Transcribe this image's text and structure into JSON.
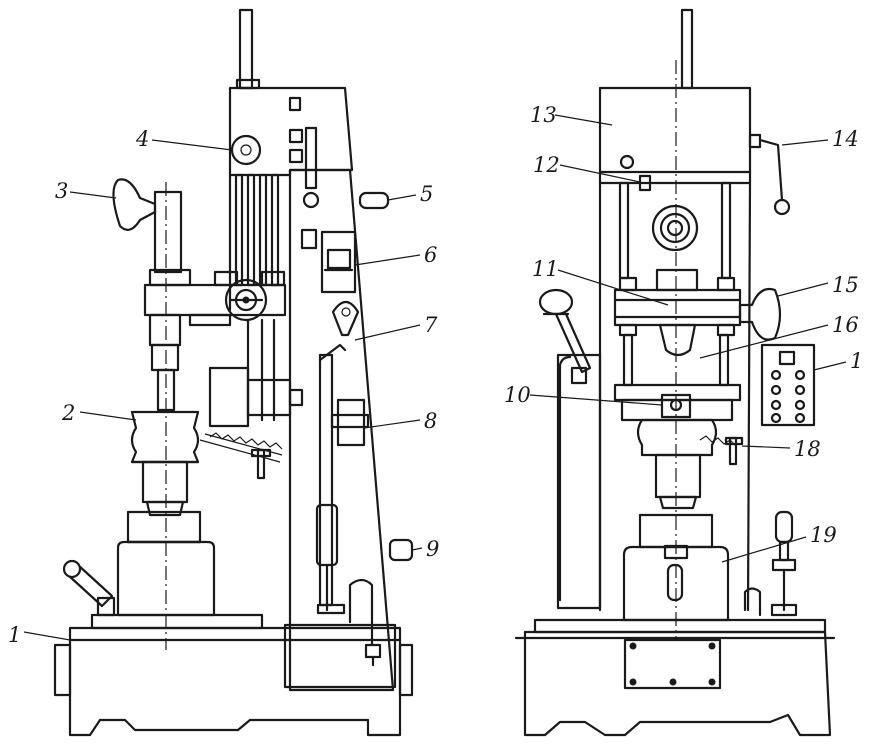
{
  "labels": {
    "l1a": "1",
    "l2": "2",
    "l3": "3",
    "l4": "4",
    "l5": "5",
    "l6": "6",
    "l7": "7",
    "l8": "8",
    "l9": "9",
    "l10": "10",
    "l11": "11",
    "l12": "12",
    "l13": "13",
    "l14": "14",
    "l15": "15",
    "l16": "16",
    "l17": "1",
    "l18": "18",
    "l19": "19"
  },
  "colors": {
    "ink": "#1a1a1a",
    "paper": "#ffffff"
  }
}
